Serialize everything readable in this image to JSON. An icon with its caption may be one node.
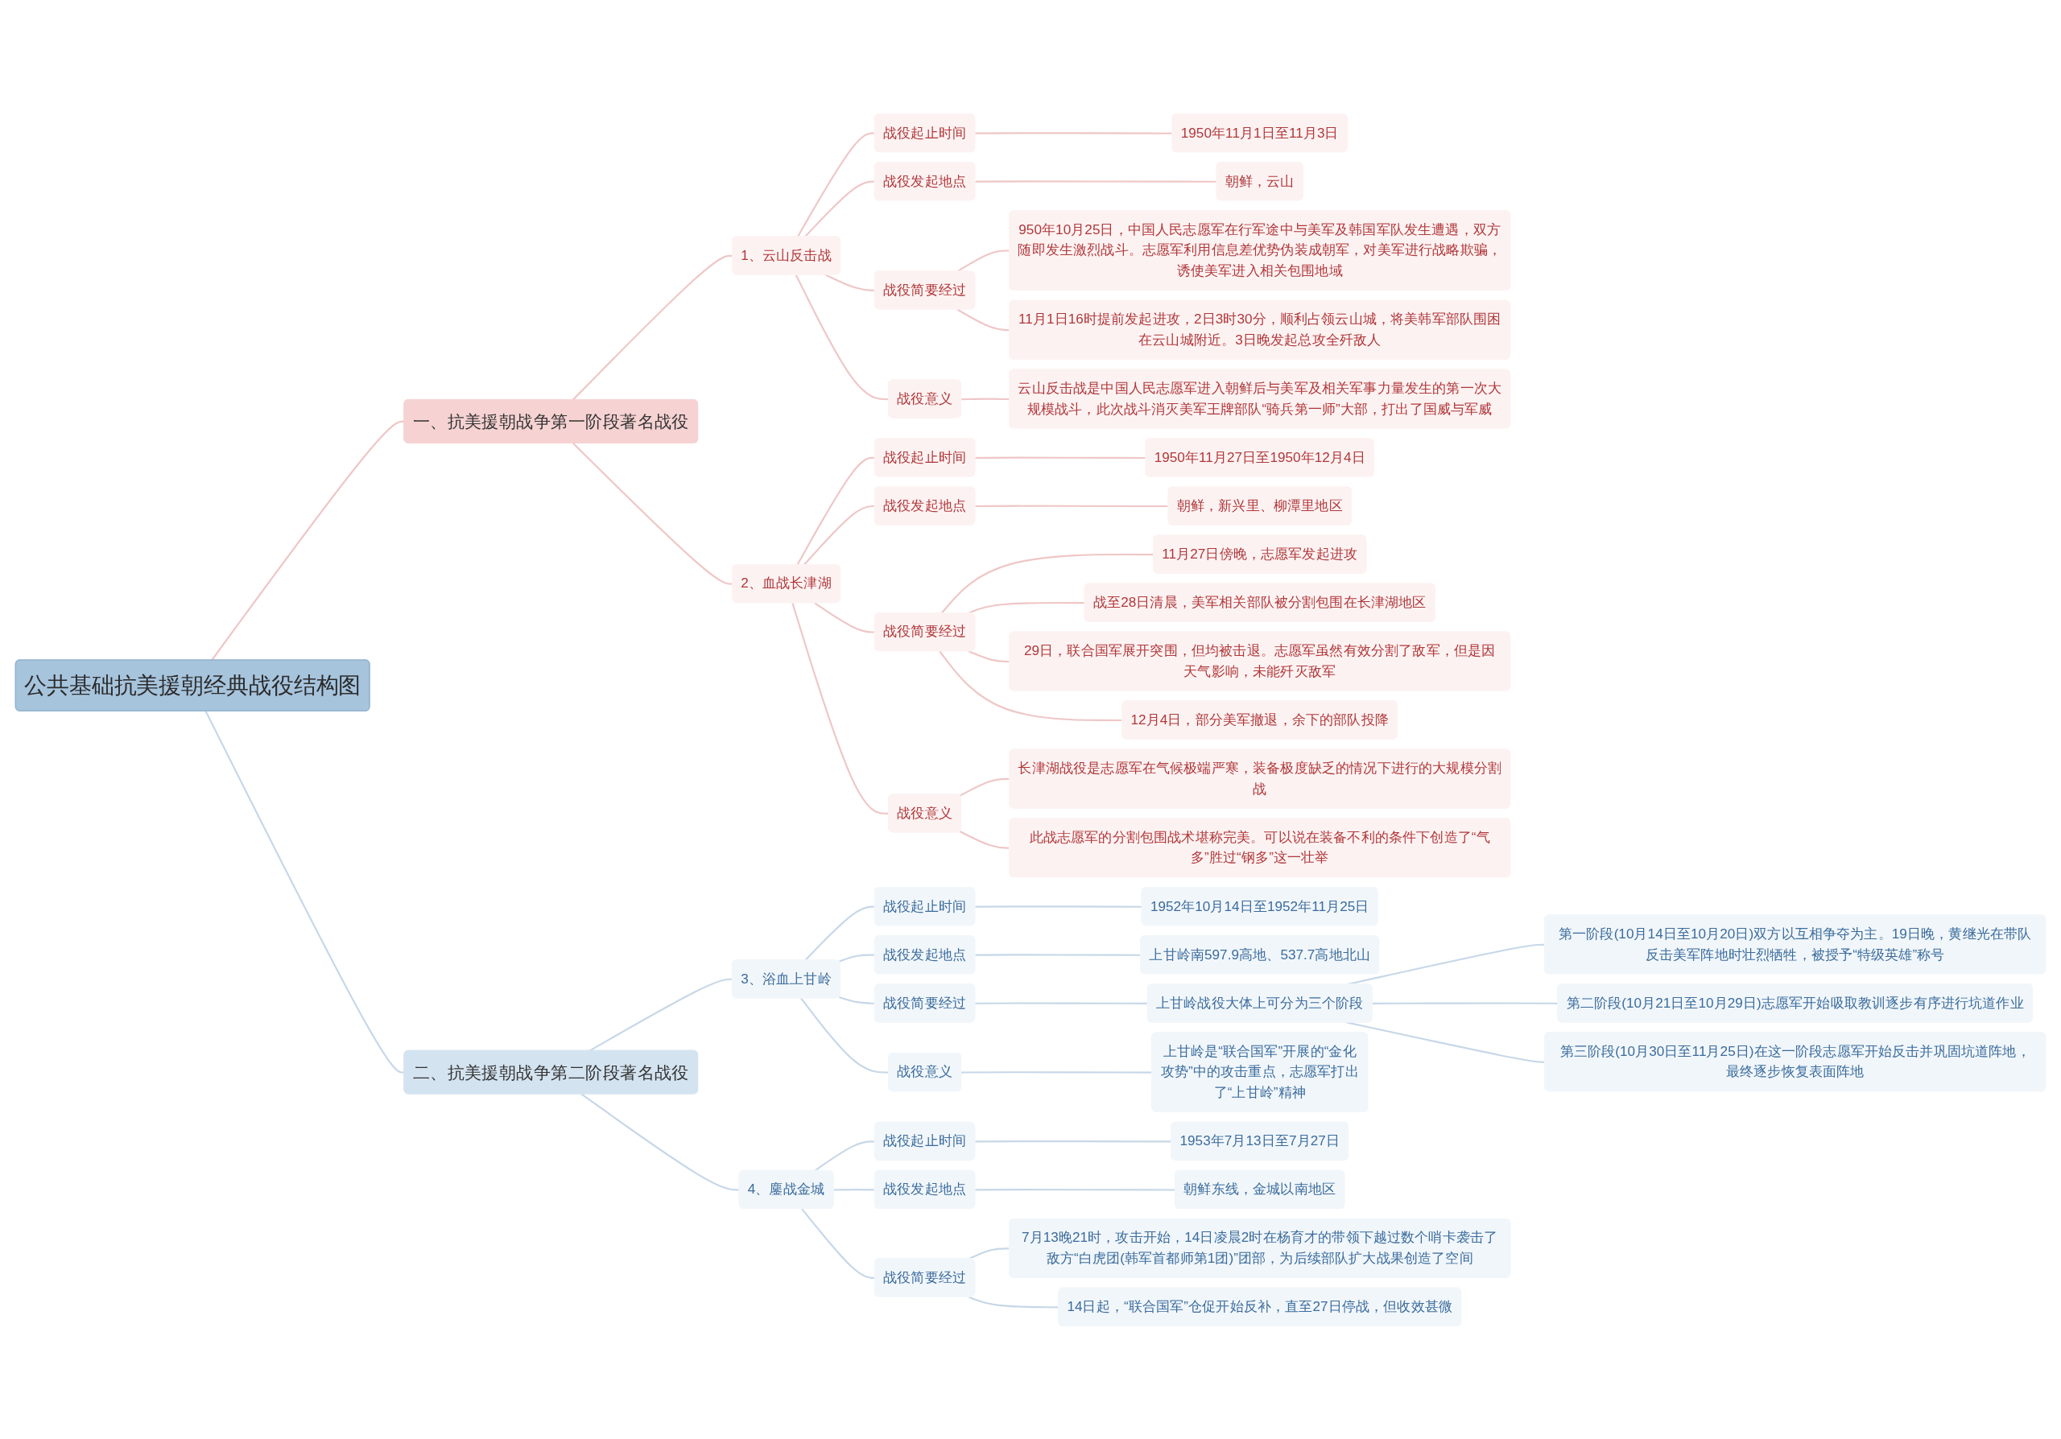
{
  "diagram": {
    "nodes": [
      {
        "text": [
          "公共基础抗美援朝经典战役结构图"
        ]
      },
      {
        "text": [
          "一、抗美援朝战争第一阶段著名战役"
        ]
      },
      {
        "text": [
          "1、云山反击战"
        ]
      },
      {
        "text": [
          "战役起止时间"
        ]
      },
      {
        "text": [
          "1950年11月1日至11月3日"
        ]
      },
      {
        "text": [
          "战役发起地点"
        ]
      },
      {
        "text": [
          "朝鲜，云山"
        ]
      },
      {
        "text": [
          "战役简要经过"
        ]
      },
      {
        "text": [
          "950年10月25日，中国人民志愿军在行军途中与美军及韩国军队发生遭遇，双方随即发生激烈战斗。志愿军利用信息差优势伪装成朝军，对美军进行战略欺骗，诱使美军进入相关包围地域"
        ]
      },
      {
        "text": [
          "11月1日16时提前发起进攻，2日3时30分，顺利占领云山城，将美韩军部队围困在云山城附近。3日晚发起总攻全歼敌人"
        ]
      },
      {
        "text": [
          "战役意义"
        ]
      },
      {
        "text": [
          "云山反击战是中国人民志愿军进入朝鲜后与美军及相关军事力量发生的第一次大规模战斗，此次战斗消灭美军王牌部队“骑兵第一师”大部，打出了国威与军威"
        ]
      },
      {
        "text": [
          "2、血战长津湖"
        ]
      },
      {
        "text": [
          "战役起止时间"
        ]
      },
      {
        "text": [
          "1950年11月27日至1950年12月4日"
        ]
      },
      {
        "text": [
          "战役发起地点"
        ]
      },
      {
        "text": [
          "朝鲜，新兴里、柳潭里地区"
        ]
      },
      {
        "text": [
          "战役简要经过"
        ]
      },
      {
        "text": [
          "11月27日傍晚，志愿军发起进攻"
        ]
      },
      {
        "text": [
          "战至28日清晨，美军相关部队被分割包围在长津湖地区"
        ]
      },
      {
        "text": [
          "29日，联合国军展开突围，但均被击退。志愿军虽然有效分割了敌军，但是因天气影响，未能歼灭敌军"
        ]
      },
      {
        "text": [
          "12月4日，部分美军撤退，余下的部队投降"
        ]
      },
      {
        "text": [
          "战役意义"
        ]
      },
      {
        "text": [
          "长津湖战役是志愿军在气候极端严寒，装备极度缺乏的情况下进行的大规模分割战"
        ]
      },
      {
        "text": [
          "此战志愿军的分割包围战术堪称完美。可以说在装备不利的条件下创造了“气多”胜过“钢多”这一壮举"
        ]
      },
      {
        "text": [
          "二、抗美援朝战争第二阶段著名战役"
        ]
      },
      {
        "text": [
          "3、浴血上甘岭"
        ]
      },
      {
        "text": [
          "战役起止时间"
        ]
      },
      {
        "text": [
          "1952年10月14日至1952年11月25日"
        ]
      },
      {
        "text": [
          "战役发起地点"
        ]
      },
      {
        "text": [
          "上甘岭南597.9高地、537.7高地北山"
        ]
      },
      {
        "text": [
          "战役简要经过"
        ]
      },
      {
        "text": [
          "上甘岭战役大体上可分为三个阶段"
        ]
      },
      {
        "text": [
          "第一阶段(10月14日至10月20日)双方以互相争夺为主。19日晚，黄继光在带队反击美军阵地时壮烈牺牲，被授予“特级英雄”称号"
        ]
      },
      {
        "text": [
          "第二阶段(10月21日至10月29日)志愿军开始吸取教训逐步有序进行坑道作业"
        ]
      },
      {
        "text": [
          "第三阶段(10月30日至11月25日)在这一阶段志愿军开始反击并巩固坑道阵地，最终逐步恢复表面阵地"
        ]
      },
      {
        "text": [
          "战役意义"
        ]
      },
      {
        "text": [
          "上甘岭是“联合国军”开展的“金化攻势”中的攻击重点，志愿军打出了“上甘岭”精神"
        ]
      },
      {
        "text": [
          "4、鏖战金城"
        ]
      },
      {
        "text": [
          "战役起止时间"
        ]
      },
      {
        "text": [
          "1953年7月13日至7月27日"
        ]
      },
      {
        "text": [
          "战役发起地点"
        ]
      },
      {
        "text": [
          "朝鲜东线，金城以南地区"
        ]
      },
      {
        "text": [
          "战役简要经过"
        ]
      },
      {
        "text": [
          "7月13晚21时，攻击开始，14日凌晨2时在杨育才的带领下越过数个哨卡袭击了敌方“白虎团(韩军首都师第1团)”团部，为后续部队扩大战果创造了空间"
        ]
      },
      {
        "text": [
          "14日起，“联合国军”仓促开始反补，直至27日停战，但收效甚微"
        ]
      }
    ],
    "edges": [
      {
        "from": 0,
        "to": 1,
        "arrow": "none"
      },
      {
        "from": 1,
        "to": 2,
        "arrow": "none"
      },
      {
        "from": 2,
        "to": 3,
        "arrow": "none"
      },
      {
        "from": 3,
        "to": 4,
        "arrow": "none"
      },
      {
        "from": 2,
        "to": 5,
        "arrow": "none"
      },
      {
        "from": 5,
        "to": 6,
        "arrow": "none"
      },
      {
        "from": 2,
        "to": 7,
        "arrow": "none"
      },
      {
        "from": 7,
        "to": 8,
        "arrow": "none"
      },
      {
        "from": 7,
        "to": 9,
        "arrow": "none"
      },
      {
        "from": 2,
        "to": 10,
        "arrow": "none"
      },
      {
        "from": 10,
        "to": 11,
        "arrow": "none"
      },
      {
        "from": 1,
        "to": 12,
        "arrow": "none"
      },
      {
        "from": 12,
        "to": 13,
        "arrow": "none"
      },
      {
        "from": 13,
        "to": 14,
        "arrow": "none"
      },
      {
        "from": 12,
        "to": 15,
        "arrow": "none"
      },
      {
        "from": 15,
        "to": 16,
        "arrow": "none"
      },
      {
        "from": 12,
        "to": 17,
        "arrow": "none"
      },
      {
        "from": 17,
        "to": 18,
        "arrow": "none"
      },
      {
        "from": 17,
        "to": 19,
        "arrow": "none"
      },
      {
        "from": 17,
        "to": 20,
        "arrow": "none"
      },
      {
        "from": 17,
        "to": 21,
        "arrow": "none"
      },
      {
        "from": 12,
        "to": 22,
        "arrow": "none"
      },
      {
        "from": 22,
        "to": 23,
        "arrow": "none"
      },
      {
        "from": 22,
        "to": 24,
        "arrow": "none"
      },
      {
        "from": 0,
        "to": 25,
        "arrow": "none",
        "color": "#c6d7e8"
      },
      {
        "from": 25,
        "to": 26,
        "arrow": "none",
        "color": "#c6d7e8"
      },
      {
        "from": 26,
        "to": 27,
        "arrow": "none",
        "color": "#c6d7e8"
      },
      {
        "from": 27,
        "to": 28,
        "arrow": "none",
        "color": "#c6d7e8"
      },
      {
        "from": 26,
        "to": 29,
        "arrow": "none",
        "color": "#c6d7e8"
      },
      {
        "from": 29,
        "to": 30,
        "arrow": "none",
        "color": "#c6d7e8"
      },
      {
        "from": 26,
        "to": 31,
        "arrow": "none",
        "color": "#c6d7e8"
      },
      {
        "from": 31,
        "to": 32,
        "arrow": "none",
        "color": "#c6d7e8"
      },
      {
        "from": 32,
        "to": 33,
        "arrow": "none",
        "color": "#c6d7e8"
      },
      {
        "from": 32,
        "to": 34,
        "arrow": "none",
        "color": "#c6d7e8"
      },
      {
        "from": 32,
        "to": 35,
        "arrow": "none",
        "color": "#c6d7e8"
      },
      {
        "from": 26,
        "to": 36,
        "arrow": "none",
        "color": "#c6d7e8"
      },
      {
        "from": 36,
        "to": 37,
        "arrow": "none",
        "color": "#c6d7e8"
      },
      {
        "from": 25,
        "to": 38,
        "arrow": "none",
        "color": "#c6d7e8"
      },
      {
        "from": 38,
        "to": 39,
        "arrow": "none",
        "color": "#c6d7e8"
      },
      {
        "from": 39,
        "to": 40,
        "arrow": "none",
        "color": "#c6d7e8"
      },
      {
        "from": 38,
        "to": 41,
        "arrow": "none",
        "color": "#c6d7e8"
      },
      {
        "from": 41,
        "to": 42,
        "arrow": "none",
        "color": "#c6d7e8"
      },
      {
        "from": 38,
        "to": 43,
        "arrow": "none",
        "color": "#c6d7e8"
      },
      {
        "from": 43,
        "to": 44,
        "arrow": "none",
        "color": "#c6d7e8"
      },
      {
        "from": 43,
        "to": 45,
        "arrow": "none",
        "color": "#c6d7e8"
      }
    ]
  }
}
